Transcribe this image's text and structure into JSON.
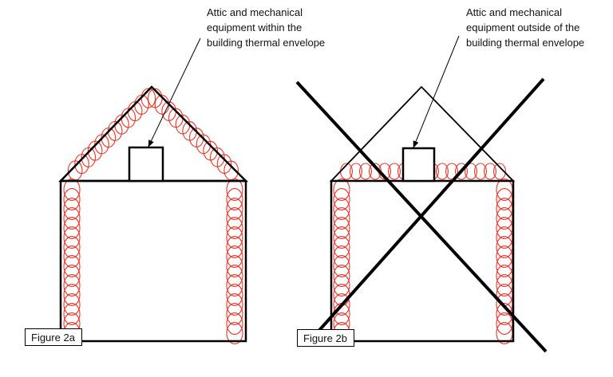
{
  "figures": [
    {
      "id": "a",
      "label": "Figure 2a",
      "callout_lines": [
        "Attic and mechanical",
        "equipment within the",
        "building thermal envelope"
      ],
      "crossed_out": false
    },
    {
      "id": "b",
      "label": "Figure 2b",
      "callout_lines": [
        "Attic and mechanical",
        "equipment outside of the",
        "building thermal envelope"
      ],
      "crossed_out": true
    }
  ],
  "colors": {
    "outline": "#000000",
    "insulation": "#e8352b",
    "background": "#ffffff"
  }
}
